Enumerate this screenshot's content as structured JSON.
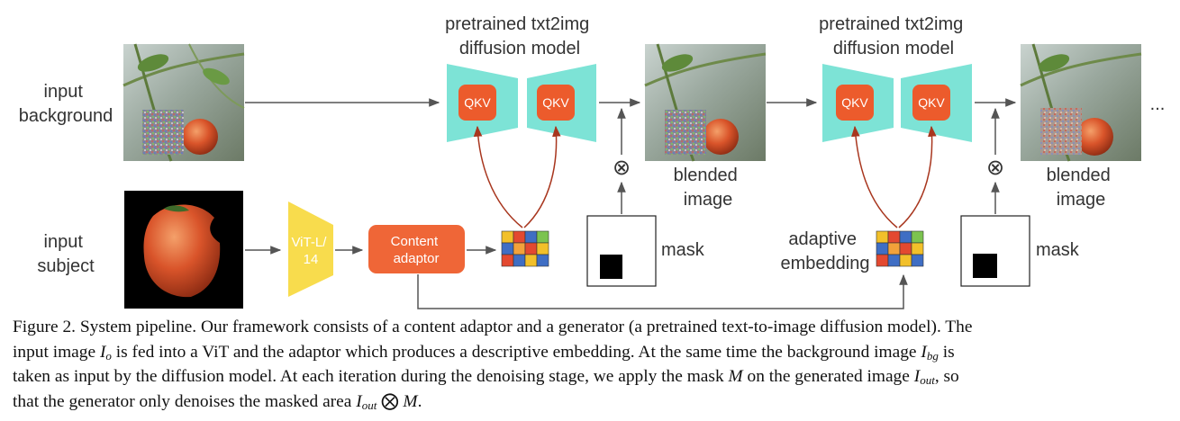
{
  "labels": {
    "input_background": [
      "input",
      "background"
    ],
    "input_subject": [
      "input",
      "subject"
    ],
    "diffusion_model_1": [
      "pretrained txt2img",
      "diffusion model"
    ],
    "diffusion_model_2": [
      "pretrained txt2img",
      "diffusion model"
    ],
    "qkv": "QKV",
    "vit": [
      "ViT-L/",
      "14"
    ],
    "content_adaptor": [
      "Content",
      "adaptor"
    ],
    "blended_image_1": [
      "blended",
      "image"
    ],
    "blended_image_2": [
      "blended",
      "image"
    ],
    "mask_1": "mask",
    "mask_2": "mask",
    "adaptive_embedding": [
      "adaptive",
      "embedding"
    ],
    "multiply_symbol": "⊗",
    "ellipsis": "..."
  },
  "colors": {
    "diffusion_teal": "#7de3d6",
    "qkv_red": "#ec5b2c",
    "adaptor_orange": "#ef6637",
    "vit_yellow": "#f8dc4d",
    "attention_arrow": "#a8361e",
    "flow_arrow": "#555555"
  },
  "embedding_grid": [
    [
      "#f2c02a",
      "#e34930",
      "#3f6ec4",
      "#7cc34f"
    ],
    [
      "#3f6ec4",
      "#f2a23a",
      "#e34930",
      "#f2c02a"
    ],
    [
      "#e34930",
      "#3f6ec4",
      "#f2c02a",
      "#3f6ec4"
    ]
  ],
  "caption": {
    "line1": "Figure 2. System pipeline. Our framework consists of a content adaptor and a generator (a pretrained text-to-image diffusion model). The",
    "line2_a": "input image ",
    "line2_var": "I",
    "line2_sub": "o",
    "line2_b": " is fed into a ViT and the adaptor which produces a descriptive embedding. At the same time the background image ",
    "line2_var2": "I",
    "line2_sub2": "bg",
    "line2_c": " is",
    "line3_a": "taken as input by the diffusion model. At each iteration during the denoising stage, we apply the mask ",
    "line3_var": "M",
    "line3_b": " on the generated image ",
    "line3_var2": "I",
    "line3_sub2": "out",
    "line3_c": ", so",
    "line4_a": "that the generator only denoises the masked area ",
    "line4_var": "I",
    "line4_sub": "out",
    "line4_op": " ⨂ ",
    "line4_var2": "M",
    "line4_c": "."
  }
}
